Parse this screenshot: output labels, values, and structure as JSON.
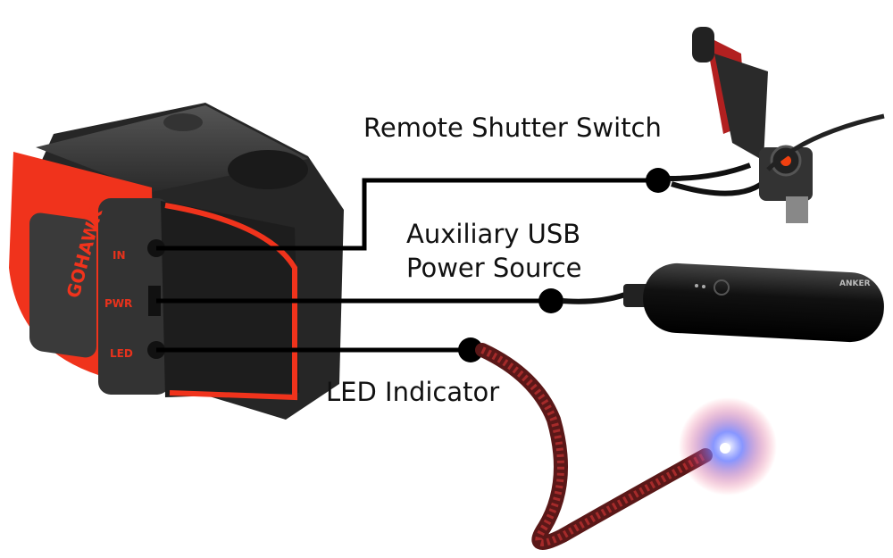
{
  "callouts": {
    "remote_shutter": "Remote Shutter Switch",
    "usb_power_line1": "Auxiliary USB",
    "usb_power_line2": "Power Source",
    "led_indicator": "LED Indicator"
  },
  "camera": {
    "brand": "GOHAWK",
    "ports": {
      "in": "IN",
      "pwr": "PWR",
      "led": "LED"
    }
  },
  "power_bank": {
    "brand": "ANKER"
  },
  "colors": {
    "camera_body": "#f0331c",
    "housing": "#2e2e2e",
    "line": "#000000",
    "cable_red": "#8a1a1a"
  }
}
